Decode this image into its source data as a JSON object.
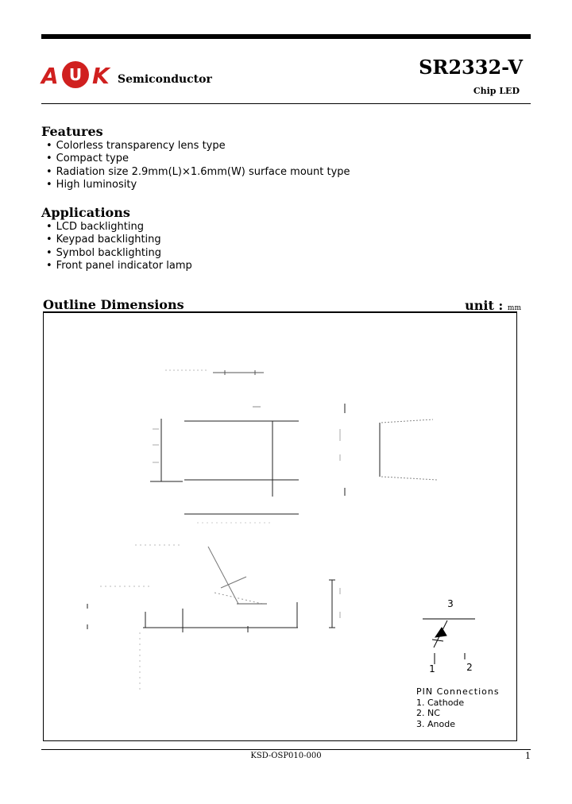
{
  "header": {
    "logo_letters": [
      "A",
      "U",
      "K"
    ],
    "company": "Semiconductor",
    "part_number": "SR2332-V",
    "part_type": "Chip LED",
    "brand_color": "#d0201f"
  },
  "features": {
    "title": "Features",
    "items": [
      "Colorless transparency lens type",
      "Compact type",
      "Radiation size 2.9mm(L)×1.6mm(W) surface mount type",
      "High luminosity"
    ]
  },
  "applications": {
    "title": "Applications",
    "items": [
      "LCD backlighting",
      "Keypad backlighting",
      "Symbol backlighting",
      "Front panel indicator lamp"
    ]
  },
  "outline": {
    "title": "Outline Dimensions",
    "unit_label": "unit :",
    "unit_value": "mm",
    "pin_labels": {
      "top": "3",
      "bottom_left": "1",
      "bottom_right": "2"
    },
    "pin_connections": {
      "title": "PIN Connections",
      "items": [
        "1. Cathode",
        "2. NC",
        "3. Anode"
      ]
    }
  },
  "footer": {
    "doc_code": "KSD-OSP010-000",
    "page": "1"
  }
}
